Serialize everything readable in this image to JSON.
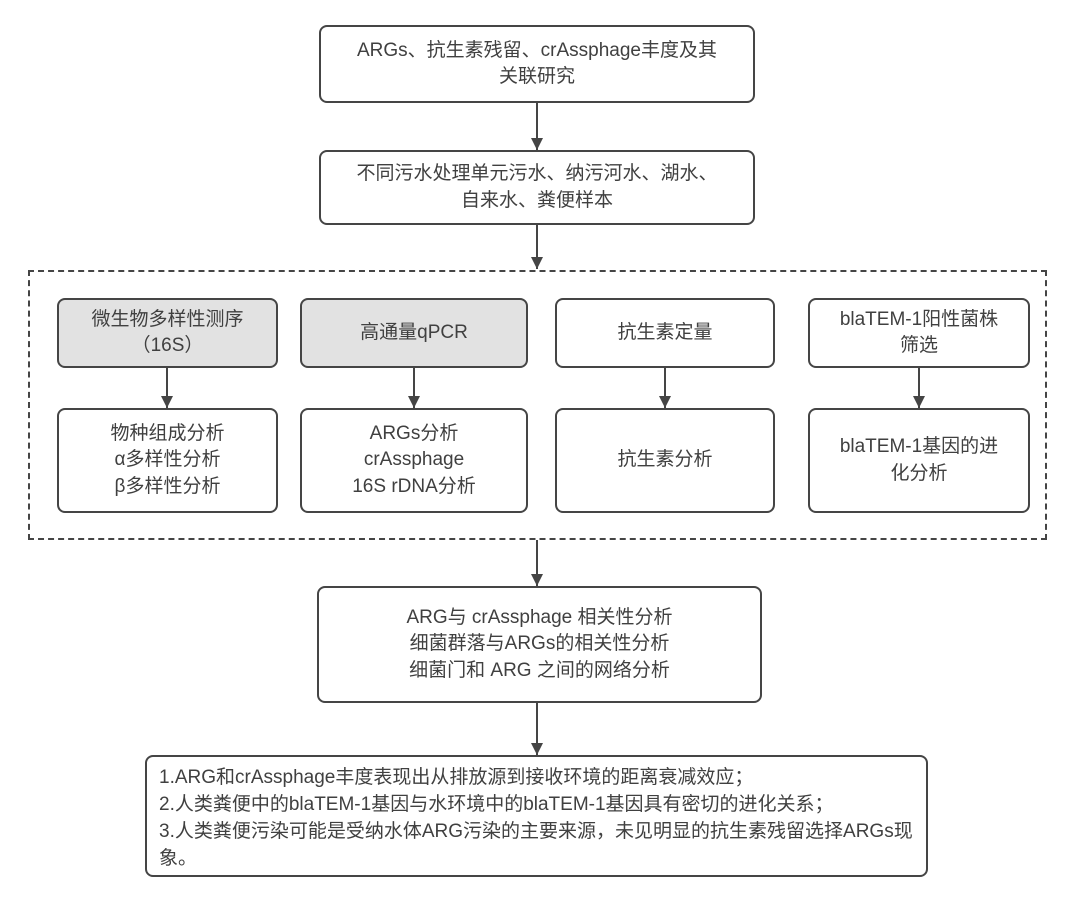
{
  "colors": {
    "border": "#454545",
    "text": "#404040",
    "grey_fill": "#e2e2e2",
    "background": "#ffffff"
  },
  "flow": {
    "top": "ARGs、抗生素残留、crAssphage丰度及其\n关联研究",
    "samples": "不同污水处理单元污水、纳污河水、湖水、\n自来水、粪便样本",
    "methods": [
      {
        "name": "微生物多样性测序\n（16S）",
        "result": "物种组成分析\nα多样性分析\nβ多样性分析",
        "highlighted": true
      },
      {
        "name": "高通量qPCR",
        "result": "ARGs分析\ncrAssphage\n16S rDNA分析",
        "highlighted": true
      },
      {
        "name": "抗生素定量",
        "result": "抗生素分析",
        "highlighted": false
      },
      {
        "name": "blaTEM-1阳性菌株\n筛选",
        "result": "blaTEM-1基因的进\n化分析",
        "highlighted": false
      }
    ],
    "analysis": "ARG与 crAssphage 相关性分析\n细菌群落与ARGs的相关性分析\n细菌门和 ARG 之间的网络分析",
    "conclusions": [
      "1.ARG和crAssphage丰度表现出从排放源到接收环境的距离衰减效应；",
      "2.人类粪便中的blaTEM-1基因与水环境中的blaTEM-1基因具有密切的进化关系；",
      "3.人类粪便污染可能是受纳水体ARG污染的主要来源，未见明显的抗生素残留选择ARGs现象。"
    ]
  }
}
